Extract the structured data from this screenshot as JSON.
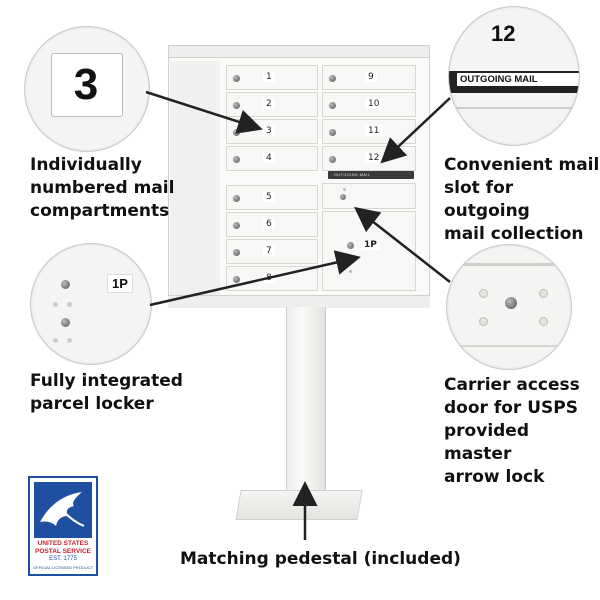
{
  "callouts": {
    "numbered": {
      "caption": [
        "Individually",
        "numbered mail",
        "compartments"
      ],
      "zoom_number": "3"
    },
    "outgoing": {
      "caption": [
        "Convenient mail",
        "slot for outgoing",
        "mail collection"
      ],
      "zoom_number": "12",
      "zoom_label": "OUTGOING MAIL"
    },
    "parcel": {
      "caption": [
        "Fully integrated",
        "parcel locker"
      ],
      "zoom_label": "1P"
    },
    "carrier": {
      "caption": [
        "Carrier access",
        "door for USPS",
        "provided master",
        "arrow lock"
      ]
    },
    "pedestal": {
      "caption": "Matching pedestal (included)"
    }
  },
  "mailbox": {
    "left_doors": [
      "1",
      "2",
      "3",
      "4",
      "5",
      "6",
      "7",
      "8"
    ],
    "right_doors": [
      "9",
      "10",
      "11",
      "12"
    ],
    "parcel_label": "1P",
    "slot_label": "OUTGOING MAIL"
  },
  "logo": {
    "line1": "UNITED STATES",
    "line2": "POSTAL SERVICE",
    "line3": "EST. 1775",
    "line4": "OFFICIAL LICENSED PRODUCT",
    "colors": {
      "blue": "#1f4fa0",
      "red": "#c8202f"
    }
  }
}
